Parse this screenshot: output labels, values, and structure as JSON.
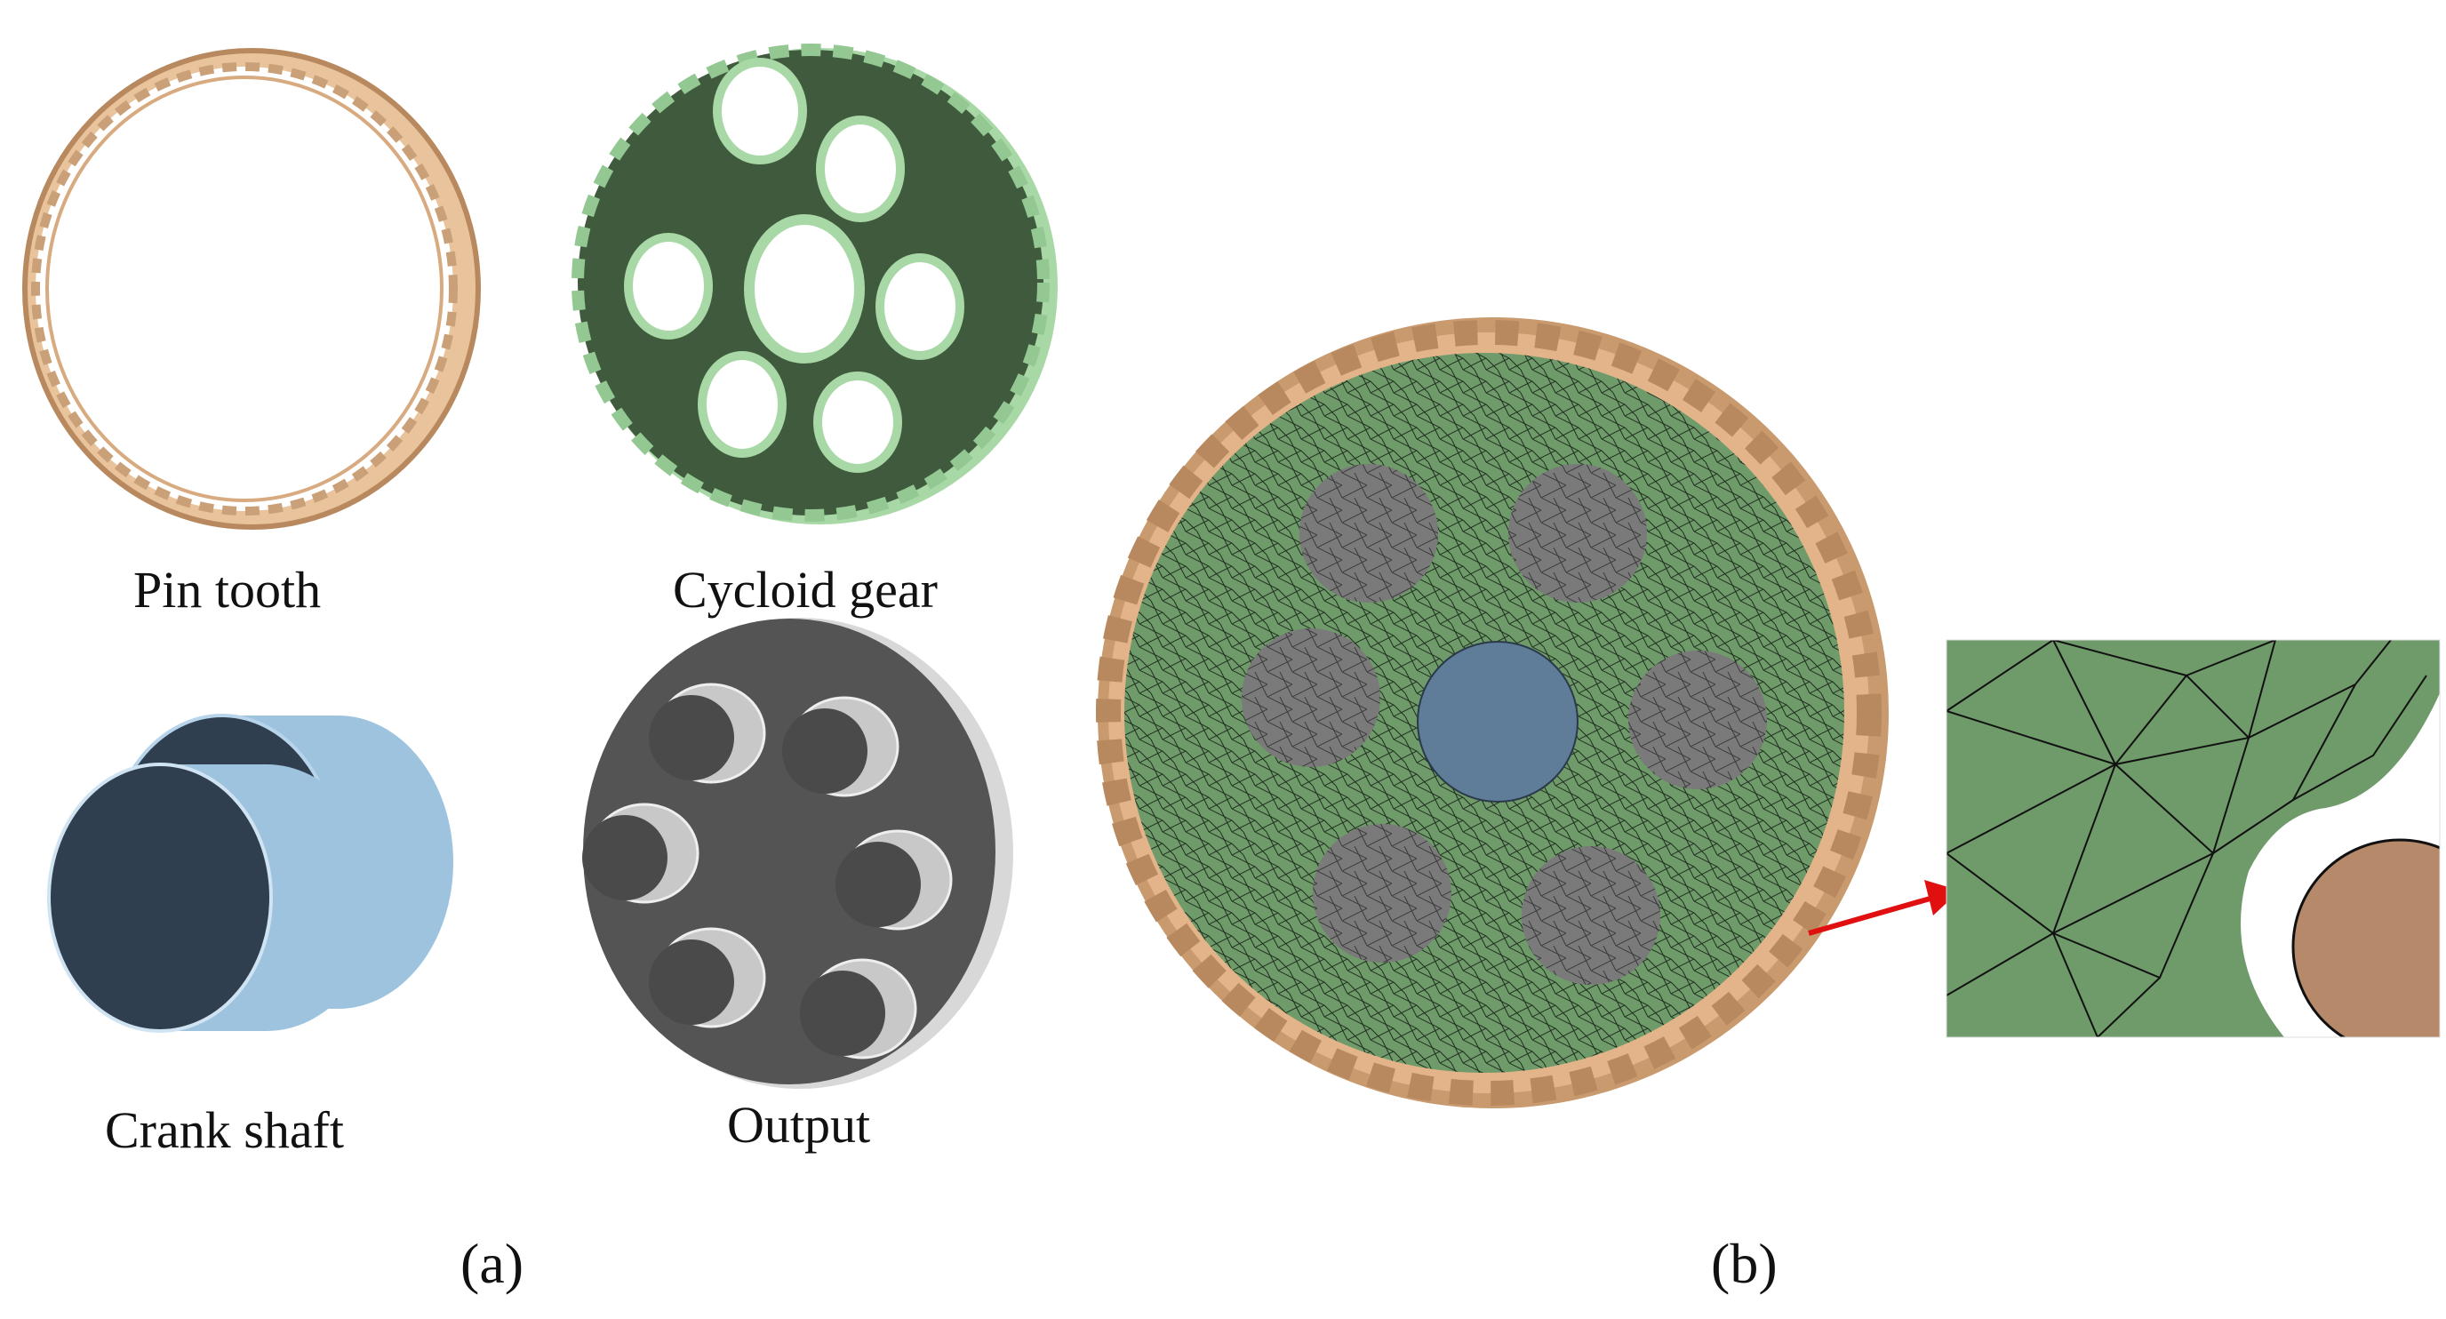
{
  "panel_a": {
    "parts": [
      {
        "name": "Pin tooth"
      },
      {
        "name": "Cycloid gear"
      },
      {
        "name": "Crank shaft"
      },
      {
        "name": "Output"
      }
    ],
    "caption": "(a)"
  },
  "panel_b": {
    "caption": "(b)"
  },
  "colors": {
    "pin_tooth": "#e3b48a",
    "pin_tooth_dark": "#b8895f",
    "cycloid_face": "#3f5a3c",
    "cycloid_edge": "#a8d8a6",
    "crank_face": "#2f3f4f",
    "crank_side": "#9ec3df",
    "output_face": "#545454",
    "mesh_green": "#6f9a6a",
    "mesh_grey": "#7a7a7a",
    "mesh_blue": "#5f7d98",
    "arrow_red": "#e01010"
  }
}
